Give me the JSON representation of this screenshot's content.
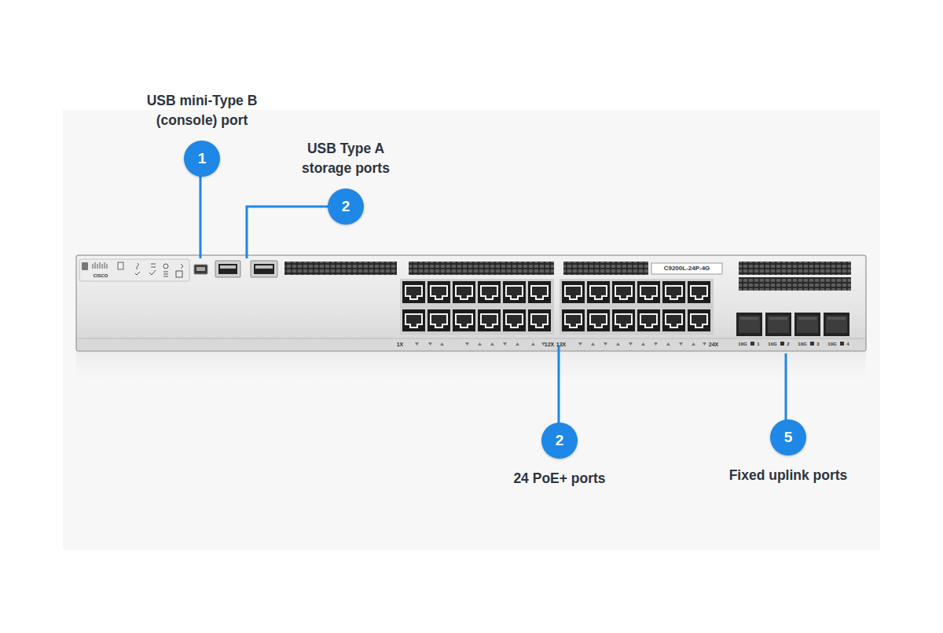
{
  "diagram": {
    "nodes": [
      {
        "text": [
          "USB mini-Type B (console) port",
          "1"
        ]
      },
      {
        "text": [
          "USB Type A storage ports",
          "2"
        ]
      },
      {
        "text": [
          "2",
          "24 PoE+ ports"
        ]
      },
      {
        "text": [
          "5",
          "Fixed uplink ports"
        ]
      }
    ],
    "labels": [
      "C9200L-24P-4G",
      "CISCO",
      "1X",
      "12X",
      "13X",
      "24X",
      "10G",
      "1",
      "10G",
      "2",
      "10G",
      "3",
      "10G",
      "4"
    ]
  }
}
